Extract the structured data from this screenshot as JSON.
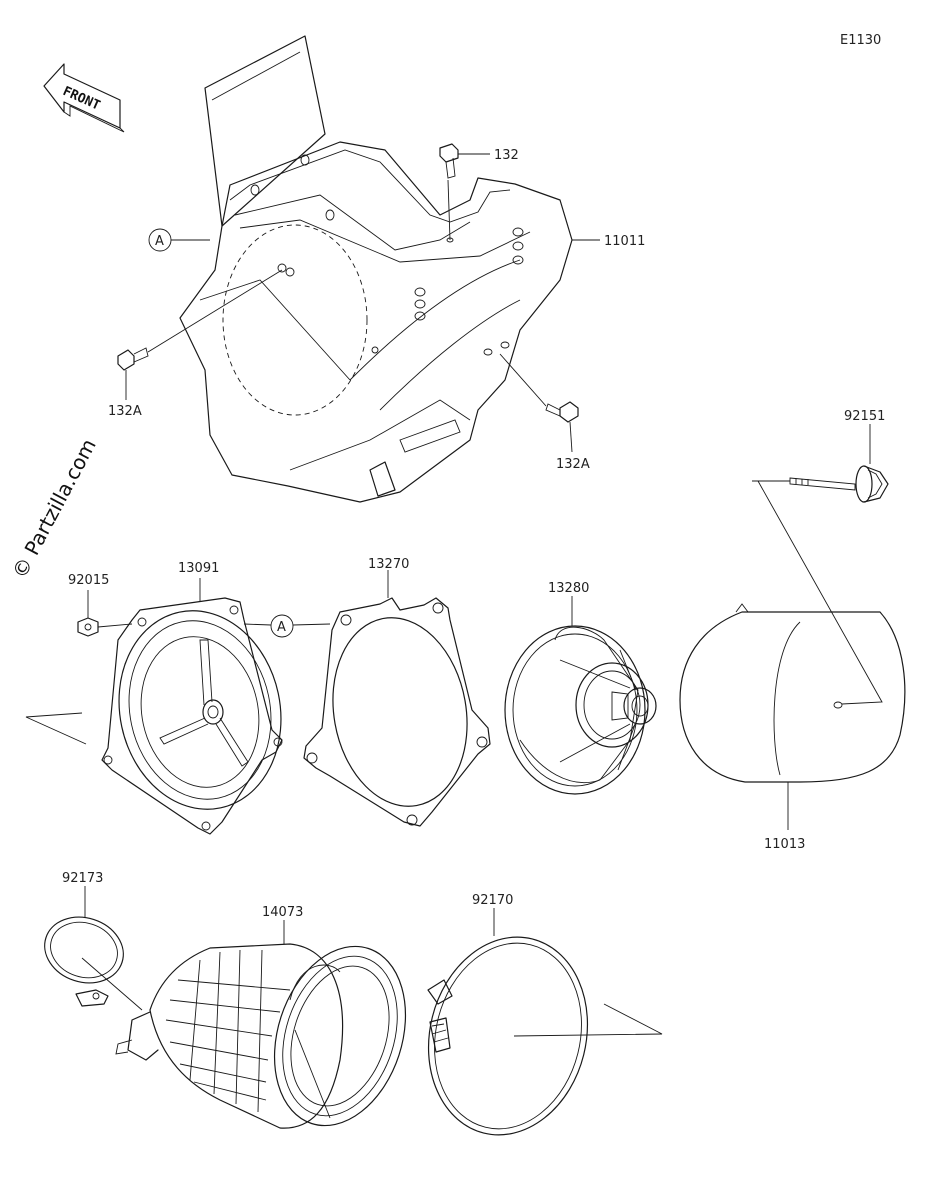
{
  "diagram_code": "E1130",
  "front_label": "FRONT",
  "watermark": "© Partzilla.com",
  "ref_marker": "A",
  "parts": {
    "p132": "132",
    "p11011": "11011",
    "p132A_left": "132A",
    "p132A_right": "132A",
    "p92151": "92151",
    "p92015": "92015",
    "p13091": "13091",
    "p13270": "13270",
    "p13280": "13280",
    "p11013": "11013",
    "p92173": "92173",
    "p14073": "14073",
    "p92170": "92170"
  }
}
